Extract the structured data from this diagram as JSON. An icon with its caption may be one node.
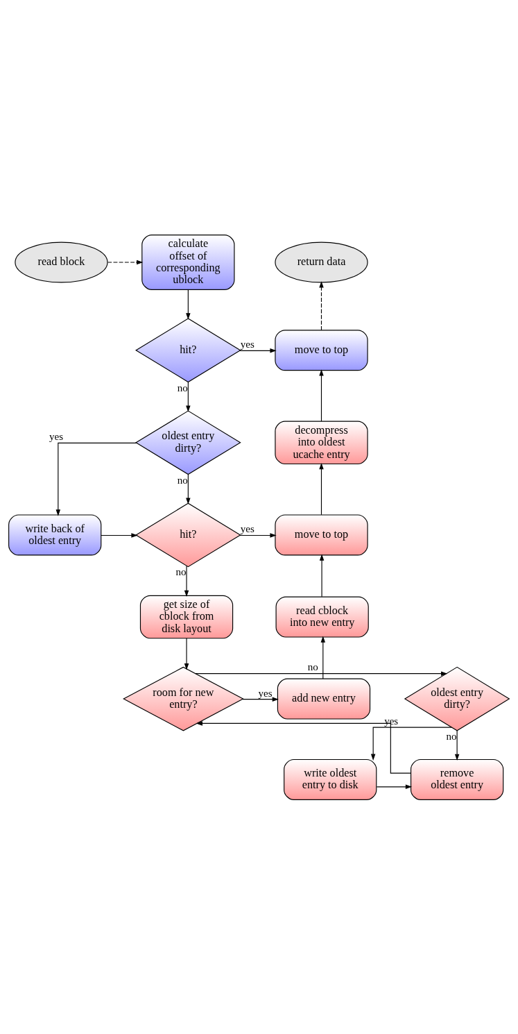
{
  "diagram": {
    "nodes": [
      {
        "text": [
          "read block"
        ]
      },
      {
        "text": [
          "calculate offset of corresponding ublock"
        ]
      },
      {
        "text": [
          "return data"
        ]
      },
      {
        "text": [
          "hit?"
        ]
      },
      {
        "text": [
          "move to top"
        ]
      },
      {
        "text": [
          "oldest entry dirty?"
        ]
      },
      {
        "text": [
          "decompress into oldest ucache entry"
        ]
      },
      {
        "text": [
          "write back of oldest entry"
        ]
      },
      {
        "text": [
          "hit?"
        ]
      },
      {
        "text": [
          "move to top"
        ]
      },
      {
        "text": [
          "get size of cblock from disk layout"
        ]
      },
      {
        "text": [
          "read cblock into new entry"
        ]
      },
      {
        "text": [
          "oldest entry dirty?"
        ]
      },
      {
        "text": [
          "room for new entry?"
        ]
      },
      {
        "text": [
          "add new entry"
        ]
      },
      {
        "text": [
          "write oldest entry to disk"
        ]
      },
      {
        "text": [
          "remove oldest entry"
        ]
      }
    ],
    "edges": [
      {
        "from": 0,
        "to": 1,
        "arrow": "to",
        "style": "dashed"
      },
      {
        "from": 1,
        "to": 3,
        "arrow": "to"
      },
      {
        "from": 3,
        "to": 4,
        "arrow": "to",
        "label": "yes"
      },
      {
        "from": 4,
        "to": 2,
        "arrow": "to",
        "style": "dashed"
      },
      {
        "from": 3,
        "to": 5,
        "arrow": "to",
        "label": "no"
      },
      {
        "from": 5,
        "to": 7,
        "arrow": "to",
        "label": "yes"
      },
      {
        "from": 5,
        "to": 8,
        "arrow": "to",
        "label": "no"
      },
      {
        "from": 7,
        "to": 8,
        "arrow": "to"
      },
      {
        "from": 8,
        "to": 9,
        "arrow": "to",
        "label": "yes"
      },
      {
        "from": 9,
        "to": 6,
        "arrow": "to"
      },
      {
        "from": 6,
        "to": 4,
        "arrow": "to"
      },
      {
        "from": 8,
        "to": 10,
        "arrow": "to",
        "label": "no"
      },
      {
        "from": 10,
        "to": 13,
        "arrow": "to"
      },
      {
        "from": 13,
        "to": 14,
        "arrow": "to",
        "label": "yes"
      },
      {
        "from": 14,
        "to": 11,
        "arrow": "to"
      },
      {
        "from": 11,
        "to": 9,
        "arrow": "to"
      },
      {
        "from": 13,
        "to": 12,
        "arrow": "to",
        "label": "no"
      },
      {
        "from": 12,
        "to": 15,
        "arrow": "to",
        "label": "yes"
      },
      {
        "from": 12,
        "to": 16,
        "arrow": "to",
        "label": "no"
      },
      {
        "from": 15,
        "to": 16,
        "arrow": "to"
      },
      {
        "from": 16,
        "to": 13,
        "arrow": "to"
      }
    ]
  }
}
